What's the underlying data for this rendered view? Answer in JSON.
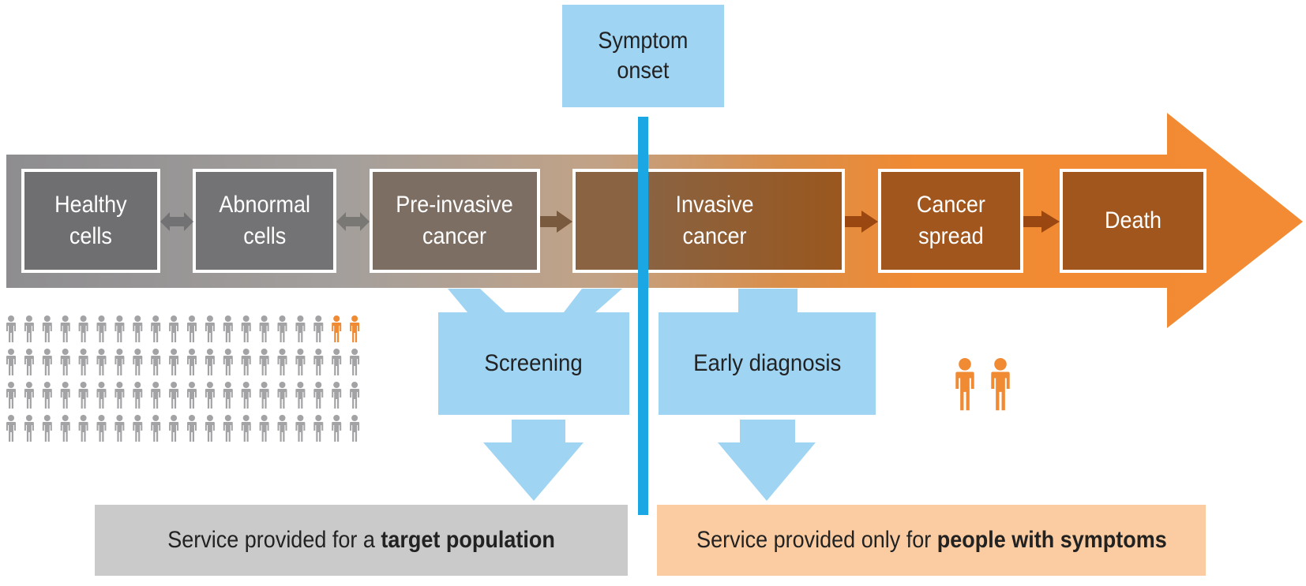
{
  "symptom_onset": "Symptom\nonset",
  "stages": [
    {
      "label": "Healthy\ncells"
    },
    {
      "label": "Abnormal\ncells"
    },
    {
      "label": "Pre-invasive\ncancer"
    },
    {
      "label": ""
    },
    {
      "label": "Invasive\ncancer"
    },
    {
      "label": "Cancer\nspread"
    },
    {
      "label": "Death"
    }
  ],
  "services": {
    "screening": "Screening",
    "early_diagnosis": "Early diagnosis"
  },
  "bottom": {
    "left_prefix": "Service provided for a ",
    "left_bold": "target population",
    "right_prefix": "Service provided only for ",
    "right_bold": "people with symptoms"
  },
  "population": {
    "rows": 4,
    "per_row": 20,
    "orange_count": 2,
    "symptomatic_count": 2
  },
  "colors": {
    "light_blue": "#9fd4f3",
    "divider_blue": "#1aa7e4",
    "orange": "#f08a33",
    "gray_person": "#a3a3a6",
    "gray_bar": "#cacacb",
    "peach_bar": "#fbcca1"
  }
}
